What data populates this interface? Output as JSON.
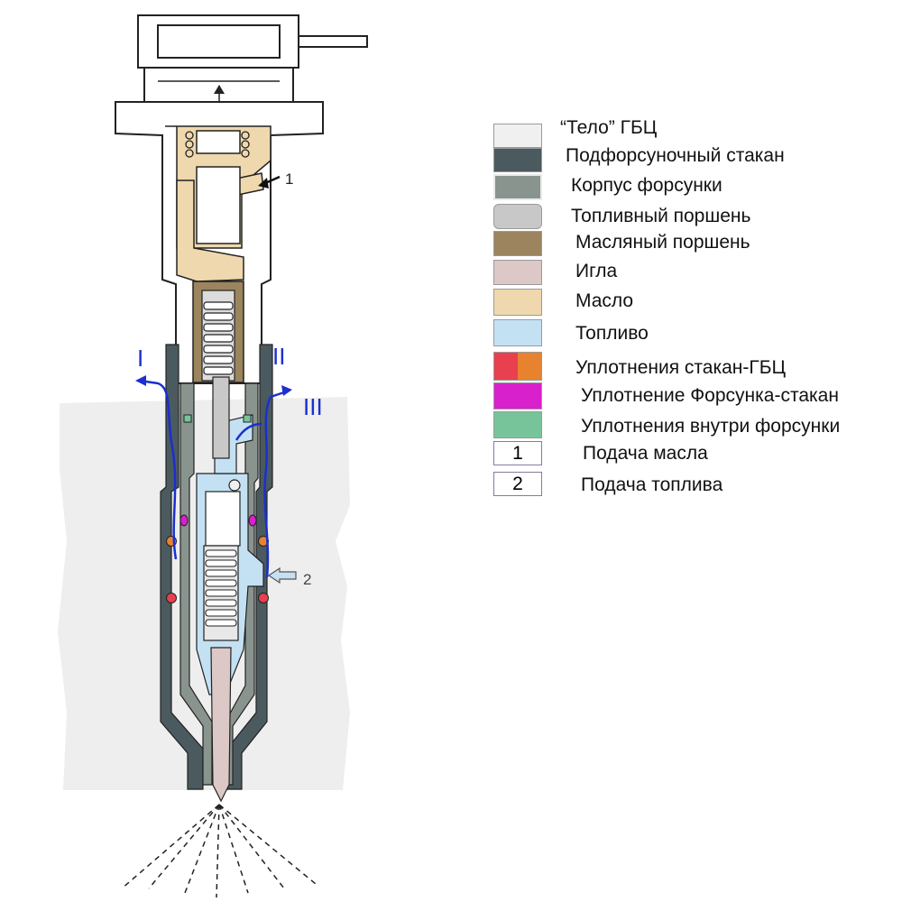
{
  "diagram": {
    "callouts": {
      "c1": "1",
      "c2": "2",
      "flow_I": "I",
      "flow_II": "II",
      "flow_III": "III"
    },
    "colors": {
      "head_body": "#eeeeee",
      "sleeve": "#4b5a5f",
      "injector_body": "#8a948f",
      "fuel_piston": "#c8c8c8",
      "oil_piston": "#9b845e",
      "needle": "#dcc8c6",
      "oil": "#efd8ad",
      "fuel": "#c4e1f3",
      "seal_red": "#e8404f",
      "seal_orange": "#e8822e",
      "seal_magenta": "#d820cc",
      "seal_green": "#78c49a",
      "flow_line": "#1a2fcf"
    }
  },
  "legend": {
    "items": [
      {
        "label": "“Тело” ГБЦ"
      },
      {
        "label": "Подфорсуночный стакан"
      },
      {
        "label": "Корпус форсунки"
      },
      {
        "label": "Топливный поршень"
      },
      {
        "label": "Масляный поршень"
      },
      {
        "label": "Игла"
      },
      {
        "label": "Масло"
      },
      {
        "label": "Топливо"
      },
      {
        "label": "Уплотнения стакан-ГБЦ"
      },
      {
        "label": "Уплотнение Форсунка-стакан"
      },
      {
        "label": "Уплотнения внутри форсунки"
      },
      {
        "number": "1",
        "label": "Подача масла"
      },
      {
        "number": "2",
        "label": "Подача топлива"
      }
    ]
  }
}
